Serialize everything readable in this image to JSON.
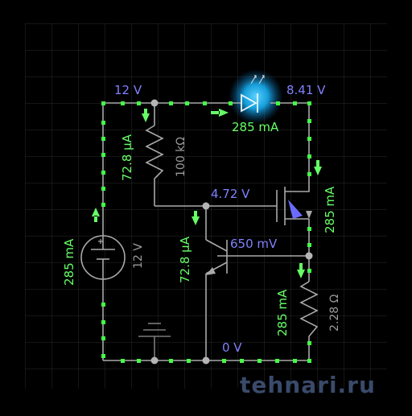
{
  "colors": {
    "background": "#000000",
    "grid": "#2a2a2a",
    "wire": "#a9a9a9",
    "voltage_label": "#8080ff",
    "current_label": "#66ff66",
    "current_dot": "#44ff44",
    "led_glow": "#19b8ff",
    "watermark": "#3a4a6a"
  },
  "voltages": {
    "top_left": "12 V",
    "led_out": "8.41 V",
    "base": "4.72 V",
    "emitter_node": "650 mV",
    "ground": "0 V"
  },
  "currents": {
    "led": "285 mA",
    "resistor_100k": "72.8 µA",
    "battery": "285 mA",
    "bjt_base": "72.8 µA",
    "mosfet": "285 mA",
    "resistor_2_28": "285 mA"
  },
  "components": {
    "resistor_top_value": "100 kΩ",
    "battery_value": "12 V",
    "resistor_bottom_value": "2.28 Ω"
  },
  "icons": {
    "battery": "battery-icon",
    "ground": "ground-icon",
    "resistor": "resistor-icon",
    "led": "led-icon",
    "bjt": "npn-transistor-icon",
    "mosfet": "mosfet-icon"
  },
  "watermark": "tehnari.ru"
}
